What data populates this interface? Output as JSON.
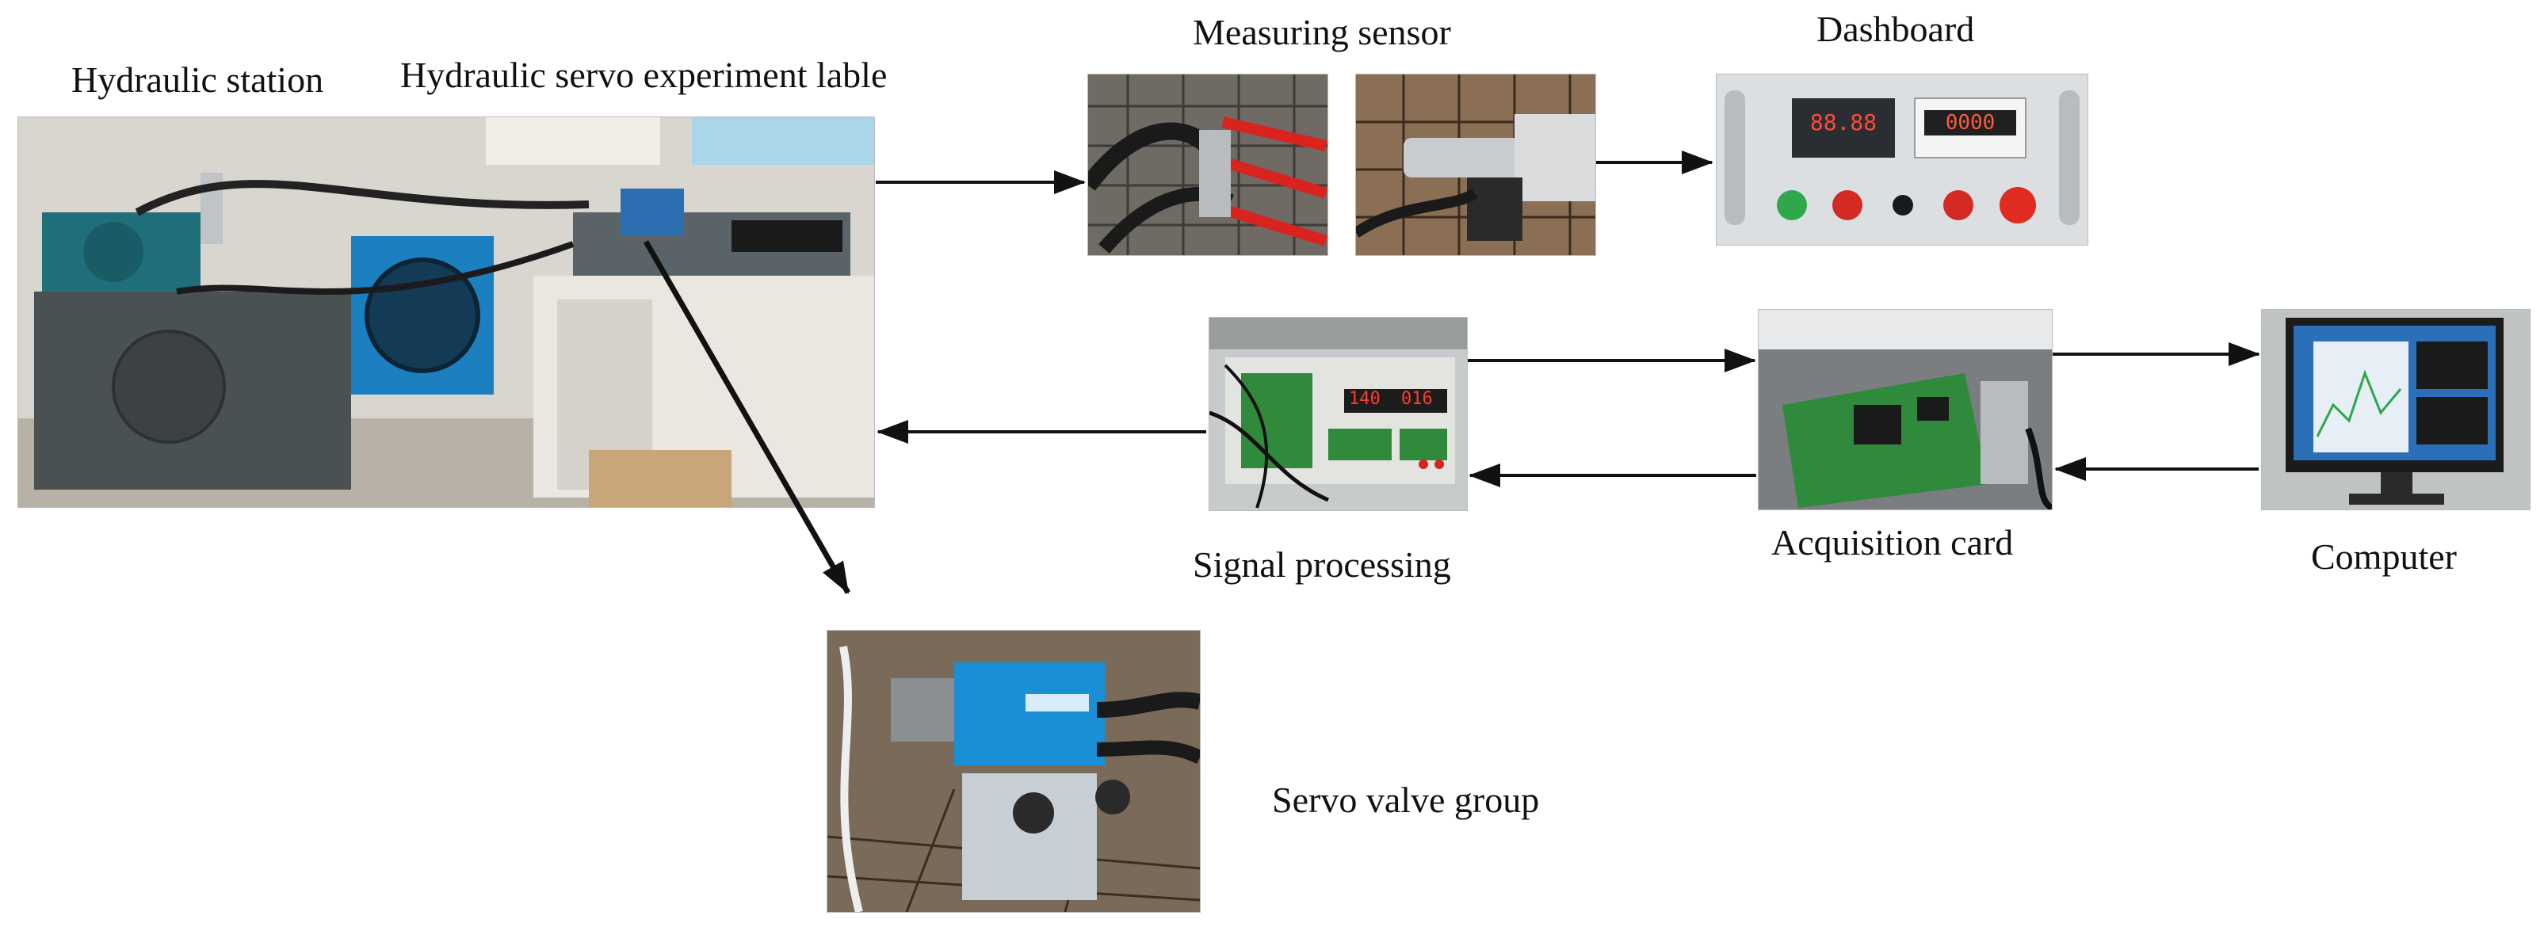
{
  "labels": {
    "hydraulic_station": "Hydraulic station",
    "hydraulic_servo_table": "Hydraulic servo experiment lable",
    "measuring_sensor": "Measuring sensor",
    "dashboard": "Dashboard",
    "signal_processing": "Signal processing",
    "acquisition_card": "Acquisition card",
    "computer": "Computer",
    "servo_valve_group": "Servo valve group"
  },
  "dashboard_display": {
    "left_readout": "88.88",
    "right_readout": "0000"
  },
  "signal_display": {
    "readout_a": "140",
    "readout_b": "016"
  },
  "colors": {
    "arrow": "#111111",
    "motor_teal": "#1f6f7a",
    "cooler_blue": "#1c7fc0",
    "board_green": "#2f8a3c",
    "valve_blue": "#1a8fd6",
    "hose_red": "#d8231f"
  }
}
